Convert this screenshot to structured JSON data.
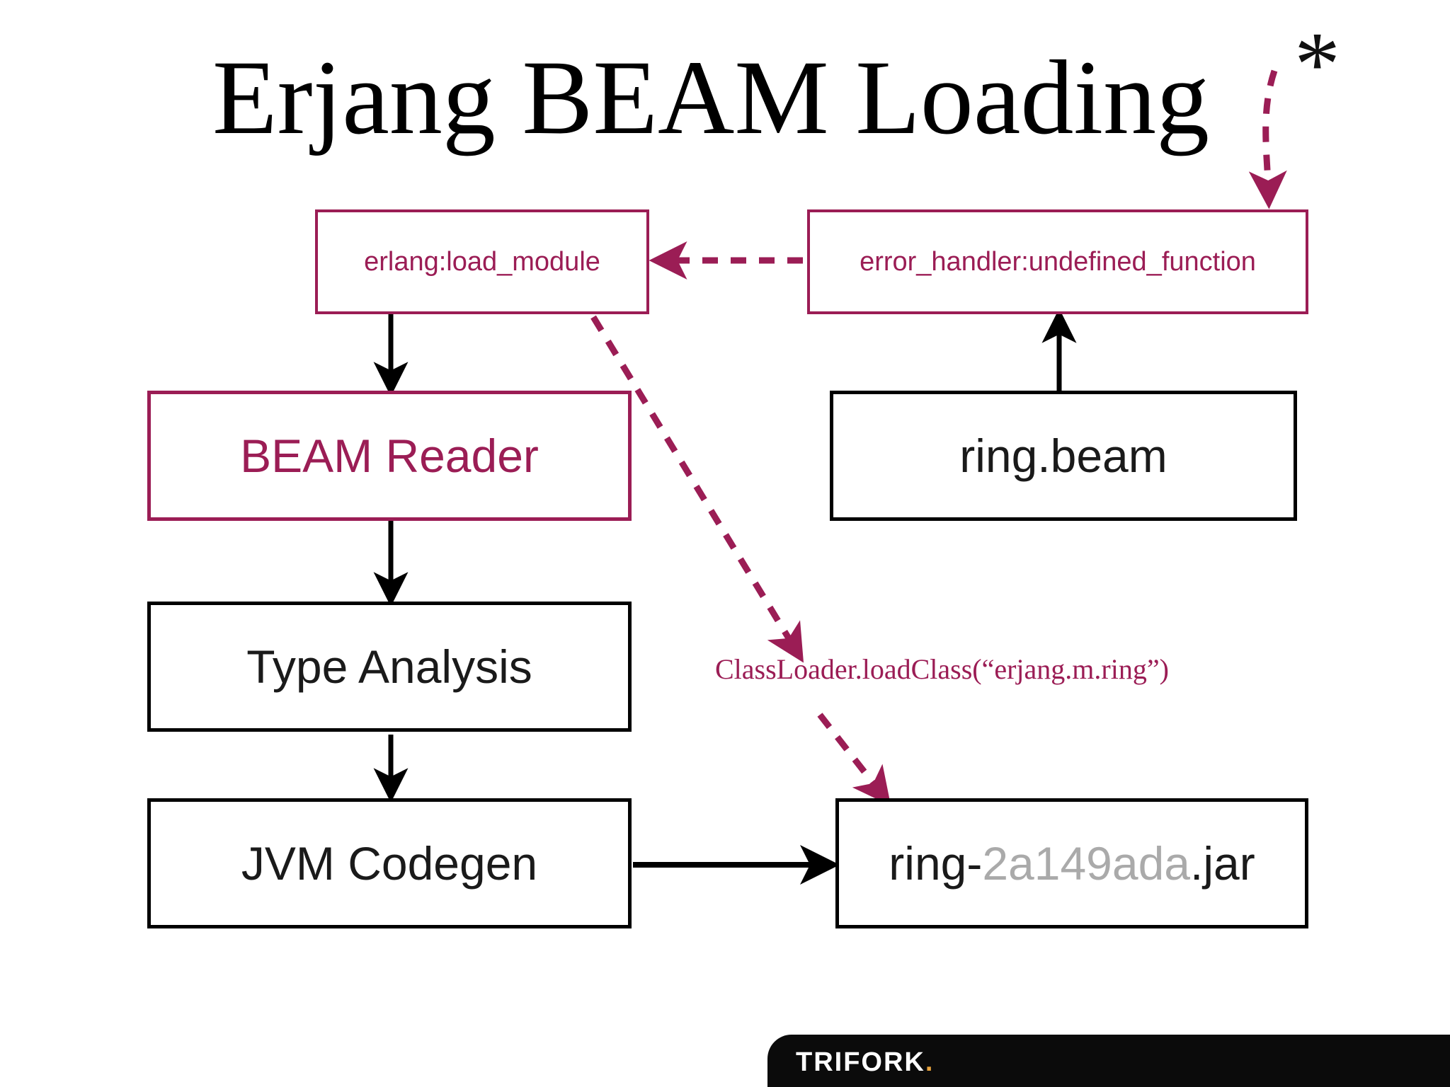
{
  "slide": {
    "title": "Erjang BEAM Loading",
    "footnote_marker": "*",
    "background_color": "#ffffff",
    "accent_color": "#9B1D55",
    "ink_color": "#000000",
    "muted_color": "#aaaaaa"
  },
  "nodes": {
    "erlang_load_module": {
      "label": "erlang:load_module"
    },
    "error_handler": {
      "label": "error_handler:undefined_function"
    },
    "beam_reader": {
      "label": "BEAM Reader"
    },
    "ring_beam": {
      "label": "ring.beam"
    },
    "type_analysis": {
      "label": "Type Analysis"
    },
    "jvm_codegen": {
      "label": "JVM Codegen"
    },
    "ring_jar": {
      "prefix": "ring-",
      "hash": "2a149ada",
      "suffix": ".jar",
      "full": "ring-2a149ada.jar"
    }
  },
  "edges": {
    "classloader_label": "ClassLoader.loadClass(“erjang.m.ring”)"
  },
  "footer": {
    "brand": "TRIFORK",
    "brand_dot": "."
  }
}
